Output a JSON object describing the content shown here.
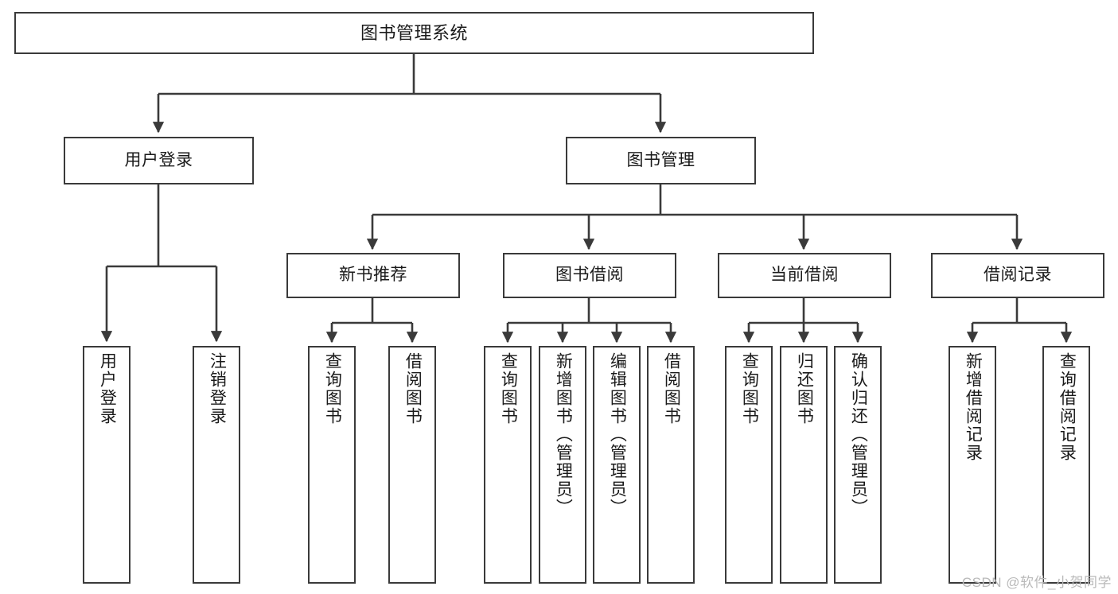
{
  "diagram": {
    "title": "图书管理系统",
    "type": "tree",
    "root": {
      "label": "图书管理系统"
    },
    "level1": [
      {
        "label": "用户登录"
      },
      {
        "label": "图书管理"
      }
    ],
    "level2": [
      {
        "label": "新书推荐"
      },
      {
        "label": "图书借阅"
      },
      {
        "label": "当前借阅"
      },
      {
        "label": "借阅记录"
      }
    ],
    "leaves": {
      "user_login": [
        {
          "label": "用户登录"
        },
        {
          "label": "注销登录"
        }
      ],
      "new_book": [
        {
          "label": "查询图书"
        },
        {
          "label": "借阅图书"
        }
      ],
      "borrow_book": [
        {
          "label": "查询图书"
        },
        {
          "label": "新增图书（管理员）"
        },
        {
          "label": "编辑图书（管理员）"
        },
        {
          "label": "借阅图书"
        }
      ],
      "current_borrow": [
        {
          "label": "查询图书"
        },
        {
          "label": "归还图书"
        },
        {
          "label": "确认归还（管理员）"
        }
      ],
      "borrow_record": [
        {
          "label": "新增借阅记录"
        },
        {
          "label": "查询借阅记录"
        }
      ]
    }
  },
  "watermark": {
    "text": "CSDN @软件_小贺同学"
  },
  "colors": {
    "stroke": "#3a3a3a",
    "box_fill": "#ffffff",
    "text": "#1a1a1a",
    "watermark": "#b9b9b9"
  }
}
